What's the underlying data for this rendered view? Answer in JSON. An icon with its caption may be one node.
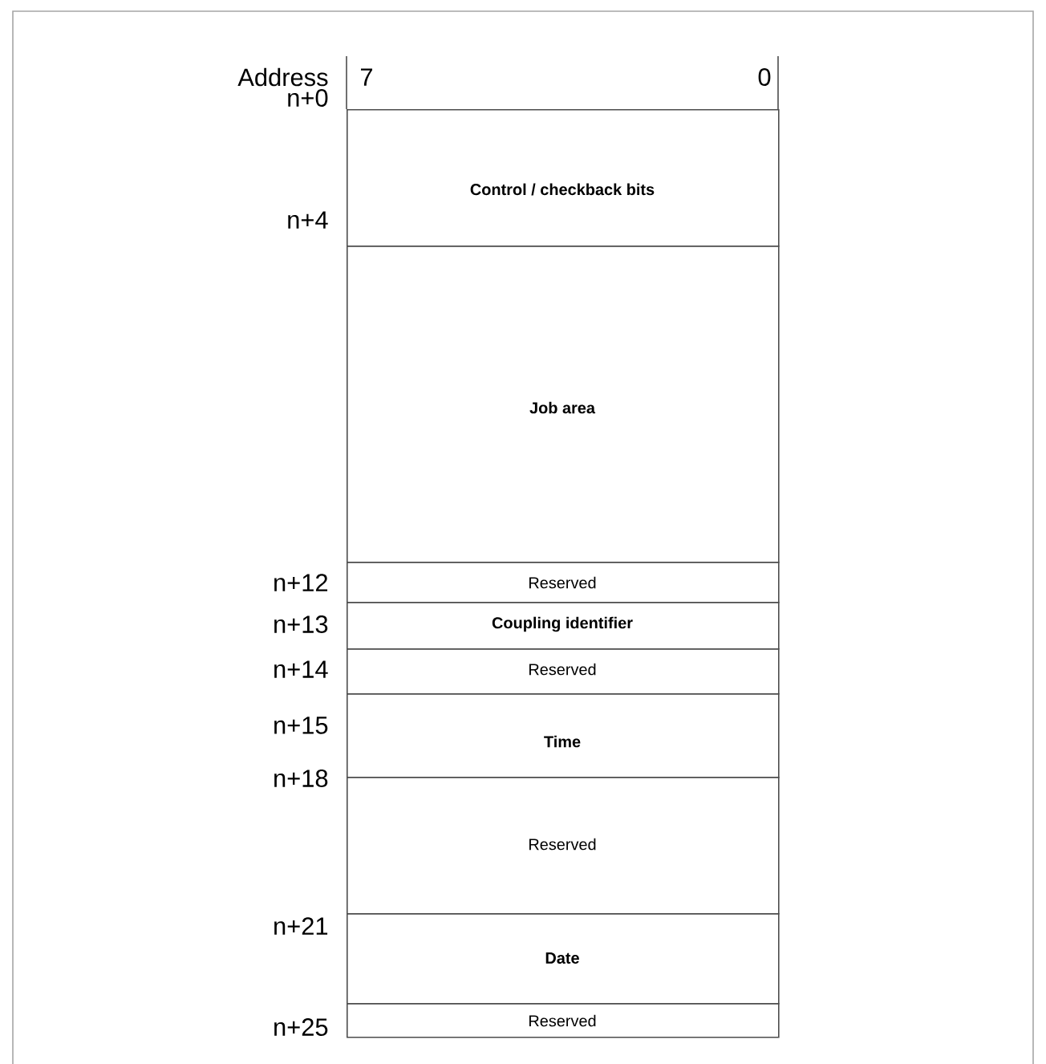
{
  "diagram": {
    "nodes": [
      {
        "text": [
          "Control / checkback bits"
        ],
        "beside": [
          "n+0"
        ]
      },
      {
        "text": [
          "Job area"
        ],
        "beside": [
          "n+4"
        ]
      },
      {
        "text": [
          "Reserved"
        ],
        "beside": [
          "n+12"
        ]
      },
      {
        "text": [
          "Coupling identifier"
        ],
        "beside": [
          "n+13"
        ]
      },
      {
        "text": [
          "Reserved"
        ],
        "beside": [
          "n+14"
        ]
      },
      {
        "text": [
          "Time"
        ],
        "beside": [
          "n+15"
        ]
      },
      {
        "text": [
          "Reserved"
        ],
        "beside": [
          "n+18"
        ]
      },
      {
        "text": [
          "Date"
        ],
        "beside": [
          "n+21"
        ]
      },
      {
        "text": [
          "Reserved"
        ],
        "beside": [
          "n+25"
        ]
      }
    ],
    "labels": [
      "Address",
      "7",
      "0"
    ]
  }
}
